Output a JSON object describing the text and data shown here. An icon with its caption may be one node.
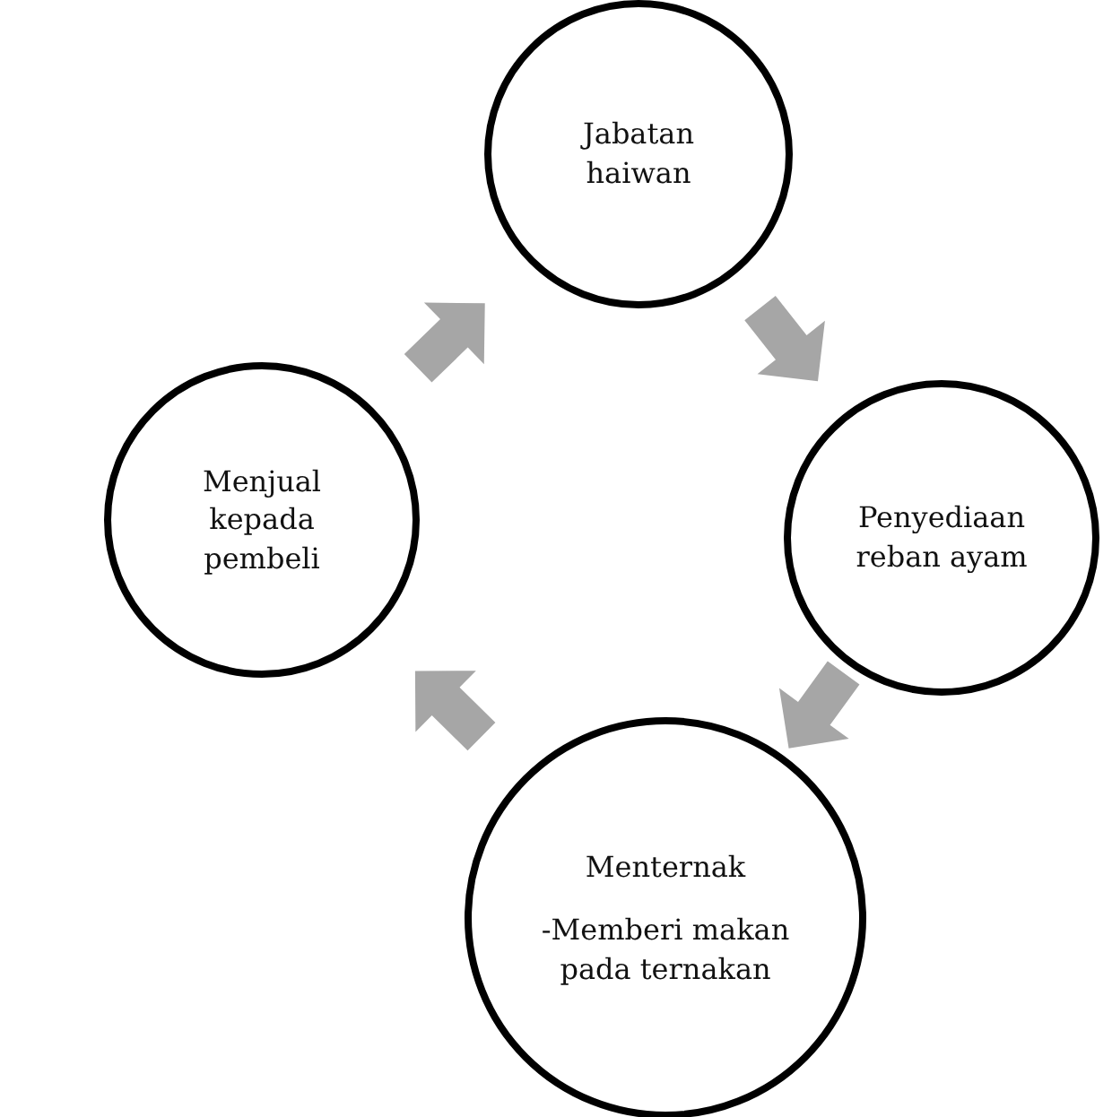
{
  "diagram": {
    "nodes": [
      {
        "text": [
          "Jabatan haiwan"
        ]
      },
      {
        "text": [
          "Menjual kepada pembeli"
        ]
      },
      {
        "text": [
          "Penyediaan reban ayam"
        ]
      },
      {
        "text": [
          "Menternak",
          "-Memberi makan pada ternakan"
        ]
      }
    ],
    "edges": [
      {
        "from": 0,
        "to": 2,
        "arrow": "to"
      },
      {
        "from": 2,
        "to": 3,
        "arrow": "to"
      },
      {
        "from": 3,
        "to": 1,
        "arrow": "to"
      },
      {
        "from": 1,
        "to": 0,
        "arrow": "to"
      }
    ]
  }
}
